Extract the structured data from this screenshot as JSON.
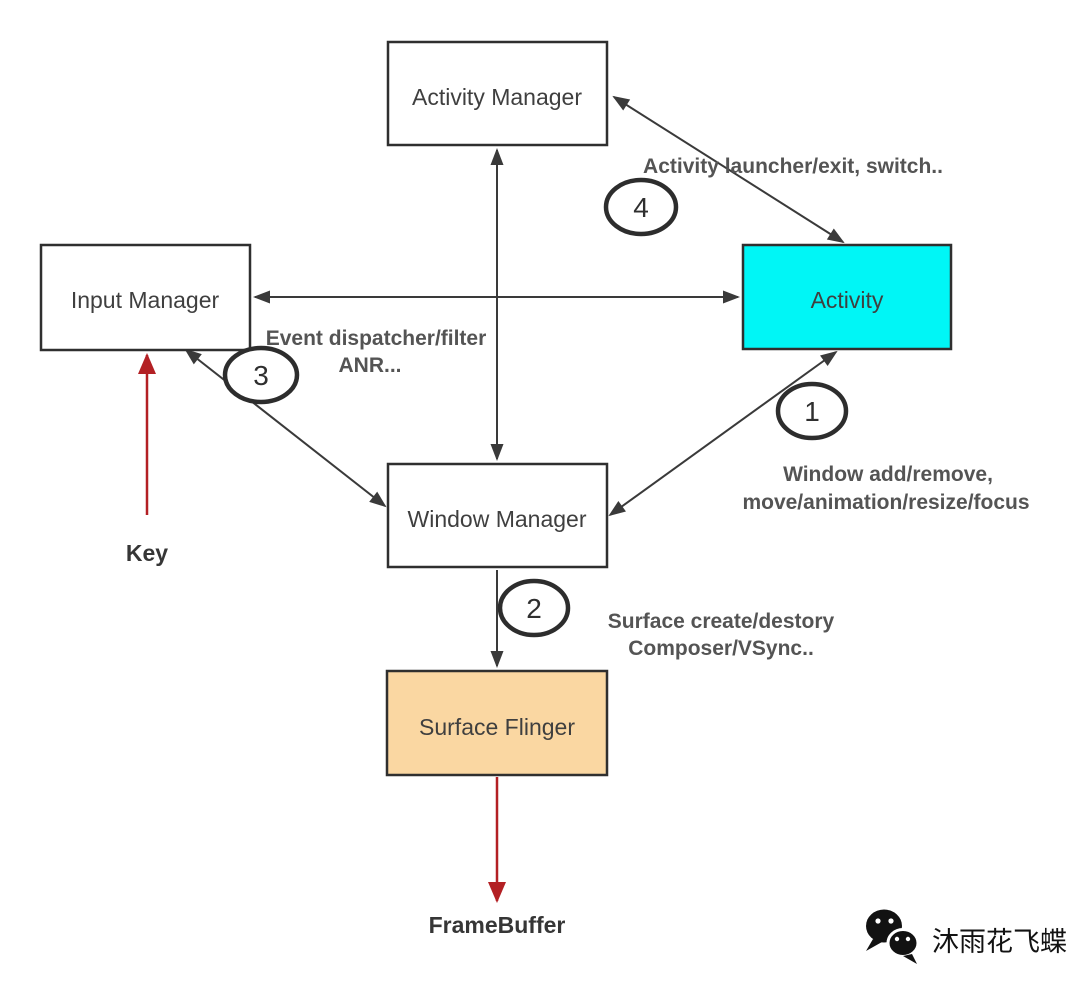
{
  "colors": {
    "background": "#ffffff",
    "box_border": "#2f2f2f",
    "box_fill": "#ffffff",
    "activity_fill": "#00f6f6",
    "surface_flinger_fill": "#fad7a2",
    "arrow": "#3a3a3a",
    "red_arrow": "#b32024",
    "node_label_text": "#3f3f3f",
    "edge_label_text": "#545454",
    "watermark_color": "#121212"
  },
  "nodes": {
    "activity_manager": {
      "label": "Activity Manager"
    },
    "input_manager": {
      "label": "Input Manager"
    },
    "activity": {
      "label": "Activity"
    },
    "window_manager": {
      "label": "Window Manager"
    },
    "surface_flinger": {
      "label": "Surface Flinger"
    }
  },
  "badges": {
    "step1": "1",
    "step2": "2",
    "step3": "3",
    "step4": "4"
  },
  "edge_labels": {
    "am_activity": "Activity launcher/exit, switch..",
    "im_activity_line1": "Event dispatcher/filter",
    "im_activity_line2": "ANR...",
    "activity_wm_line1": "Window add/remove,",
    "activity_wm_line2": "move/animation/resize/focus",
    "wm_sf_line1": "Surface create/destory",
    "wm_sf_line2": "Composer/VSync.."
  },
  "endpoints": {
    "key_label": "Key",
    "framebuffer_label": "FrameBuffer"
  },
  "watermark": {
    "icon": "wechat-icon",
    "text": "沐雨花飞蝶"
  }
}
